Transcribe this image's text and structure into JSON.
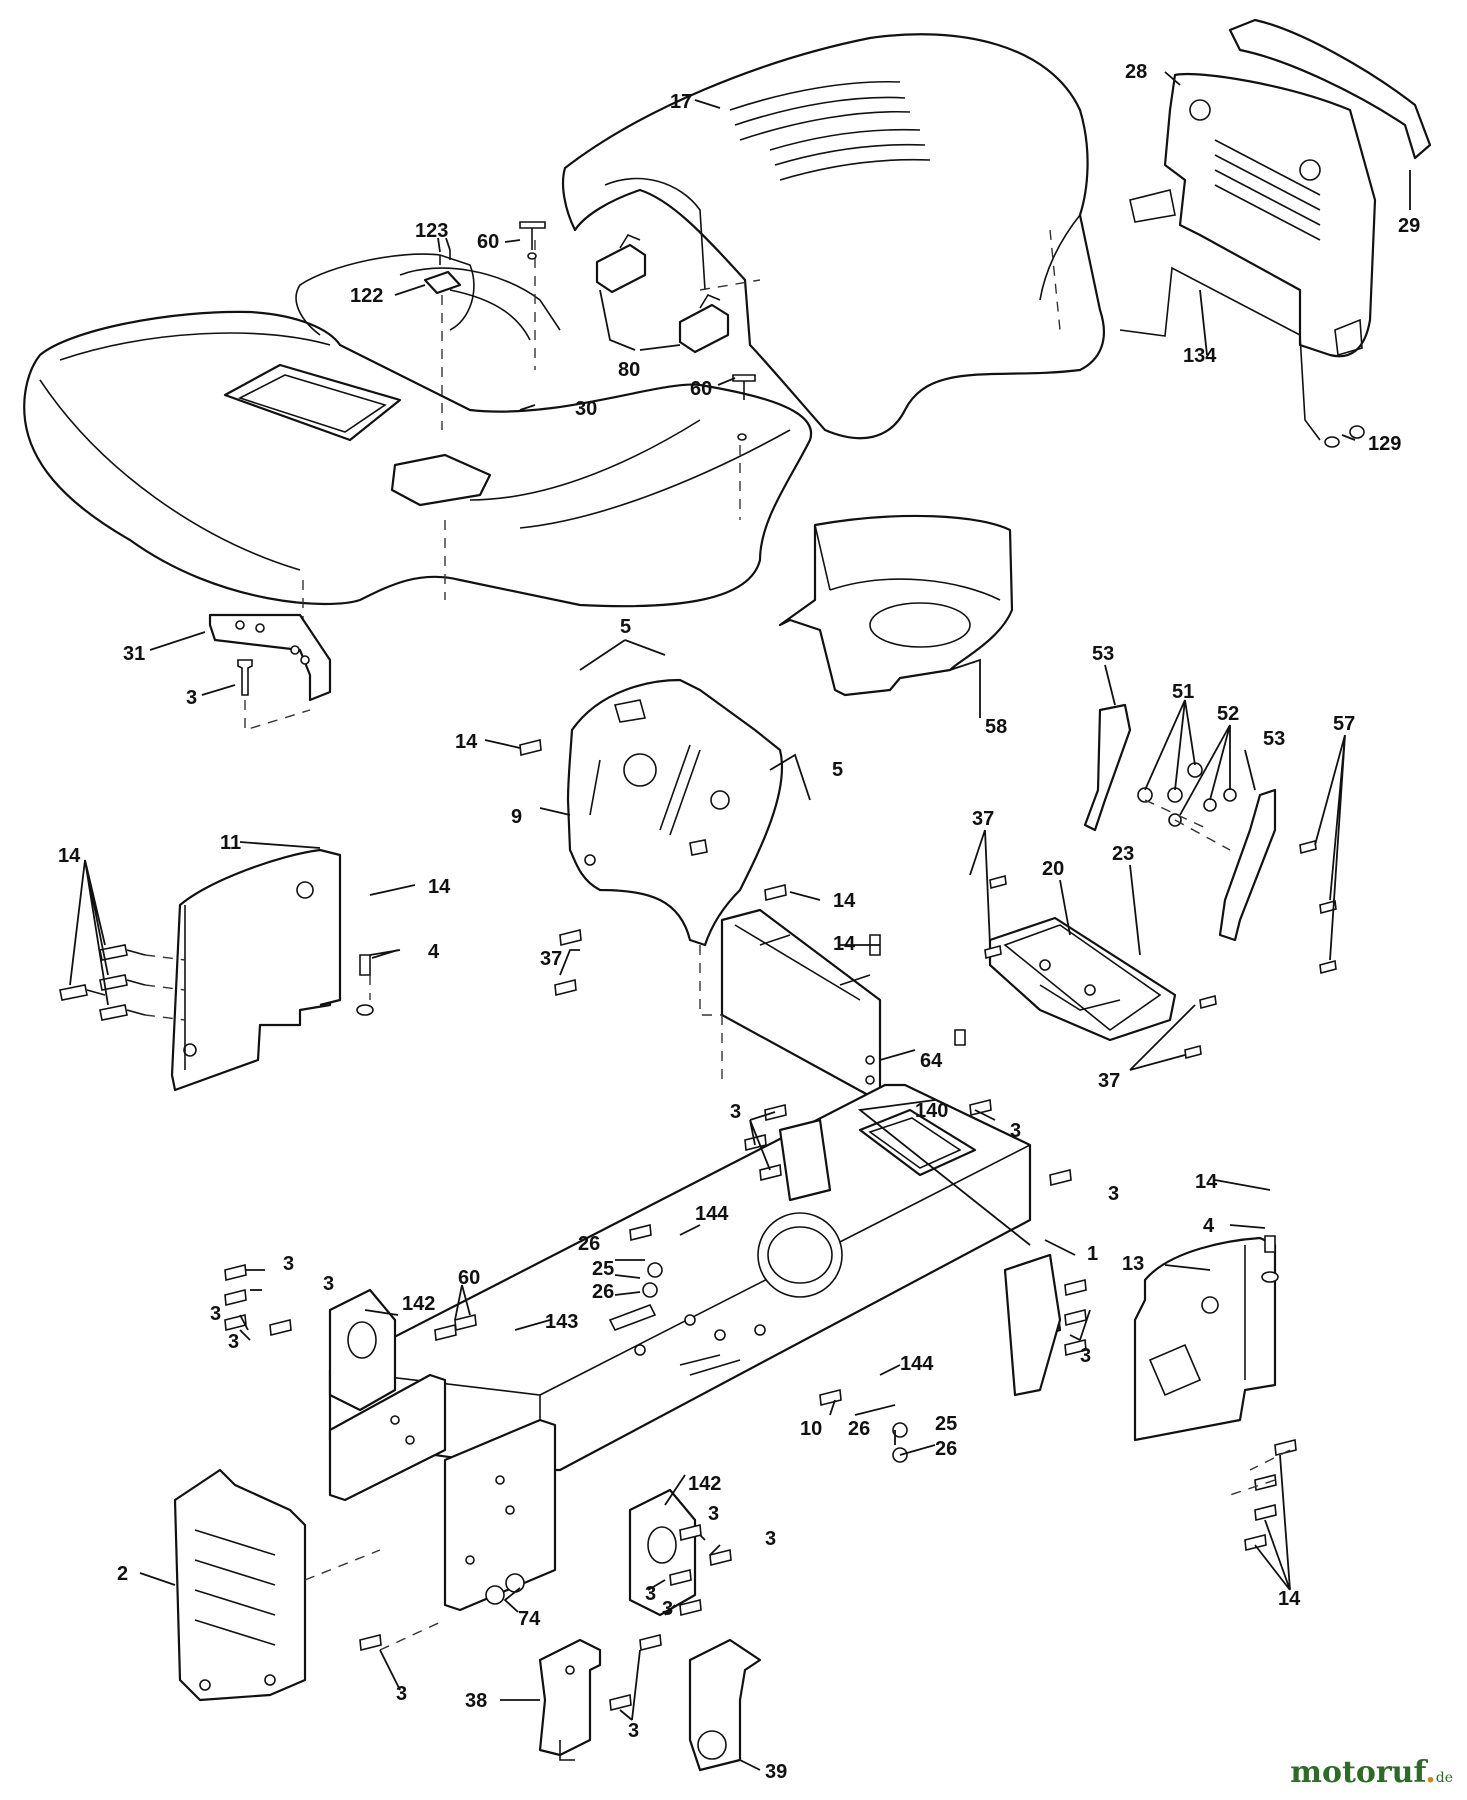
{
  "diagram": {
    "callouts": {
      "c17": "17",
      "c28": "28",
      "c29": "29",
      "c123": "123",
      "c60a": "60",
      "c122": "122",
      "c80": "80",
      "c60b": "60",
      "c30": "30",
      "c134": "134",
      "c129": "129",
      "c31": "31",
      "c3a": "3",
      "c5a": "5",
      "c58": "58",
      "c53a": "53",
      "c14a": "14",
      "c5b": "5",
      "c51": "51",
      "c52": "52",
      "c53b": "53",
      "c57": "57",
      "c9": "9",
      "c14b": "14",
      "c11": "11",
      "c14c": "14",
      "c37a": "37",
      "c20": "20",
      "c23": "23",
      "c4a": "4",
      "c14d": "14",
      "c37b": "37",
      "c14e": "14",
      "c64": "64",
      "c37c": "37",
      "c3b": "3",
      "c140": "140",
      "c3c": "3",
      "c14f": "14",
      "c3d": "3",
      "c4b": "4",
      "c144a": "144",
      "c1": "1",
      "c13": "13",
      "c26a": "26",
      "c25a": "25",
      "c26b": "26",
      "c3e": "3",
      "c3f": "3",
      "c60c": "60",
      "c142a": "142",
      "c3g": "3",
      "c143": "143",
      "c3h": "3",
      "c3i": "3",
      "c144b": "144",
      "c10": "10",
      "c26c": "26",
      "c25b": "25",
      "c26d": "26",
      "c142b": "142",
      "c2": "2",
      "c3j": "3",
      "c3k": "3",
      "c3l": "3",
      "c3m": "3",
      "c74": "74",
      "c14g": "14",
      "c3n": "3",
      "c38": "38",
      "c3o": "3",
      "c39": "39"
    }
  },
  "watermark": {
    "name": "motoruf",
    "dot": ".",
    "tld": "de"
  }
}
